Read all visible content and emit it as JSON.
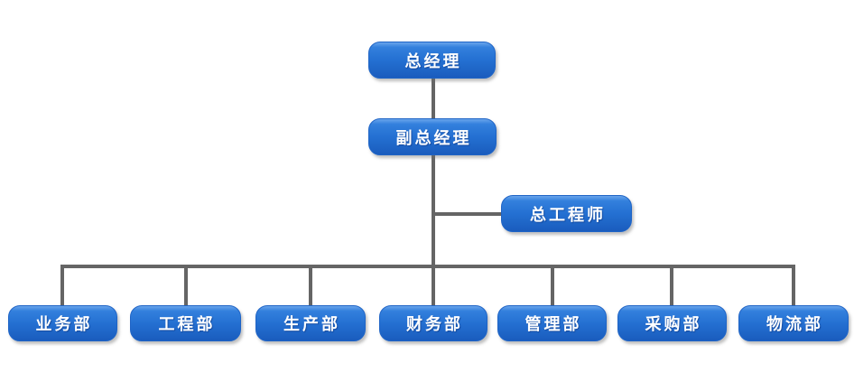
{
  "org_chart": {
    "type": "org-tree",
    "root": {
      "label": "总经理"
    },
    "deputy": {
      "label": "副总经理"
    },
    "chief_engineer": {
      "label": "总工程师"
    },
    "departments": [
      {
        "label": "业务部"
      },
      {
        "label": "工程部"
      },
      {
        "label": "生产部"
      },
      {
        "label": "财务部"
      },
      {
        "label": "管理部"
      },
      {
        "label": "采购部"
      },
      {
        "label": "物流部"
      }
    ]
  },
  "colors": {
    "node_fill_top": "#69a4eb",
    "node_fill": "#2470d2",
    "node_fill_bottom": "#1a5cbd",
    "node_border": "#1f64c6",
    "node_text": "#ffffff",
    "connector": "#656565",
    "background": "#ffffff"
  }
}
